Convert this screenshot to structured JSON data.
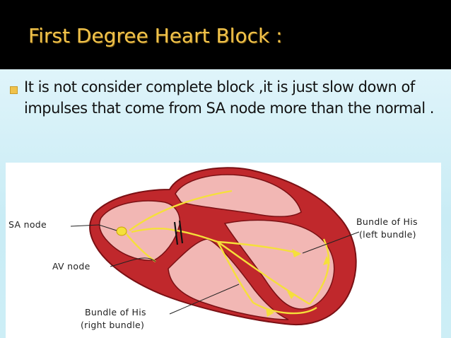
{
  "slide": {
    "title": "First Degree Heart Block :",
    "bullet": "It is not consider complete block ,it is just slow down of impulses that come from SA node more than the normal ."
  },
  "figure": {
    "labels": {
      "sa_node": "SA node",
      "av_node": "AV node",
      "bundle_left_1": "Bundle of His",
      "bundle_left_2": "(left bundle)",
      "bundle_right_1": "Bundle of His",
      "bundle_right_2": "(right bundle)"
    },
    "colors": {
      "muscle": "#c0282c",
      "chamber": "#f2b7b4",
      "pathway": "#f5e03a",
      "background_slide": "#d5f0f7",
      "title_text": "#f0c24a"
    }
  }
}
